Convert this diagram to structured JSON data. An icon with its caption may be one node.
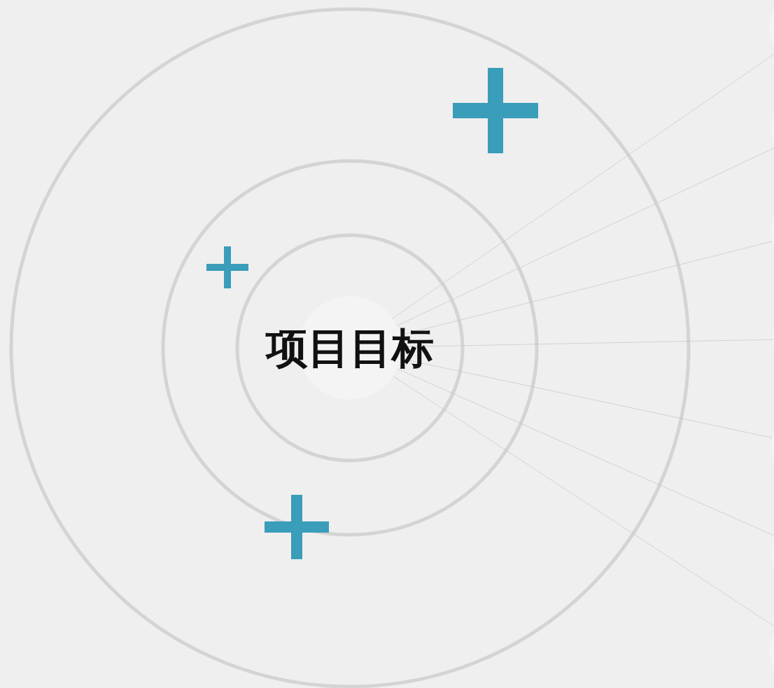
{
  "diagram": {
    "nodes": [
      {
        "text": [
          "项目目标"
        ]
      },
      {
        "text": [],
        "shape": "circle"
      },
      {
        "text": [],
        "shape": "circle"
      },
      {
        "text": [],
        "shape": "circle"
      },
      {
        "text": [],
        "shape": "circle"
      },
      {
        "text": [],
        "shape": "circle"
      },
      {
        "text": [],
        "shape": "circle"
      },
      {
        "text": [],
        "shape": "circle"
      }
    ],
    "edges": [
      {
        "from": 0,
        "to": 1,
        "arrow": "none"
      },
      {
        "from": 0,
        "to": 2,
        "arrow": "none"
      },
      {
        "from": 0,
        "to": 3,
        "arrow": "none"
      },
      {
        "from": 0,
        "to": 4,
        "arrow": "none"
      },
      {
        "from": 0,
        "to": 5,
        "arrow": "none"
      },
      {
        "from": 0,
        "to": 6,
        "arrow": "none"
      },
      {
        "from": 0,
        "to": 7,
        "arrow": "none"
      }
    ]
  }
}
